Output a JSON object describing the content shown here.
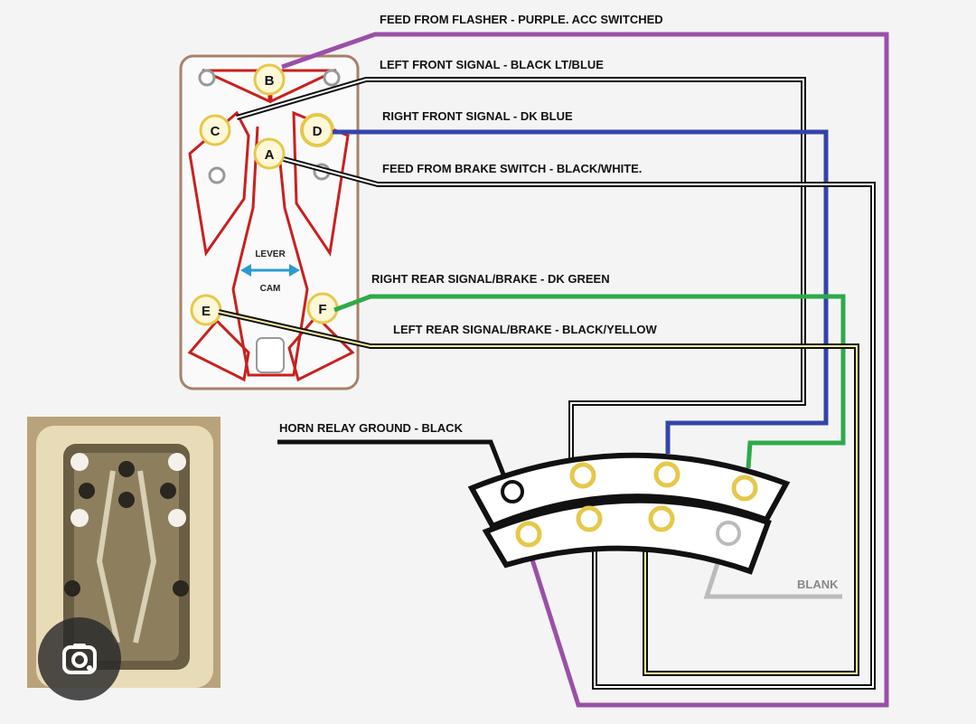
{
  "labels": {
    "feed_flasher": "FEED FROM FLASHER - PURPLE. ACC SWITCHED",
    "left_front": "LEFT FRONT SIGNAL - BLACK LT/BLUE",
    "right_front": "RIGHT FRONT SIGNAL - DK BLUE",
    "brake_feed": "FEED FROM BRAKE SWITCH - BLACK/WHITE.",
    "right_rear": "RIGHT REAR SIGNAL/BRAKE - DK GREEN",
    "left_rear": "LEFT REAR SIGNAL/BRAKE - BLACK/YELLOW",
    "horn": "HORN RELAY GROUND - BLACK",
    "blank": "BLANK"
  },
  "terminals": {
    "a": "A",
    "b": "B",
    "c": "C",
    "d": "D",
    "e": "E",
    "f": "F"
  },
  "cam": {
    "lever": "LEVER",
    "cam": "CAM"
  },
  "colors": {
    "purple": "#9b4fa8",
    "dk_blue": "#3344aa",
    "dk_green": "#2eaa4a",
    "black": "#111111",
    "terminal_ring": "#e6c84a",
    "plate_red": "#c8201e",
    "plate_border": "#a9806a",
    "blank_gray": "#bbbbbb"
  },
  "icons": {
    "lens": "google-lens-icon"
  }
}
